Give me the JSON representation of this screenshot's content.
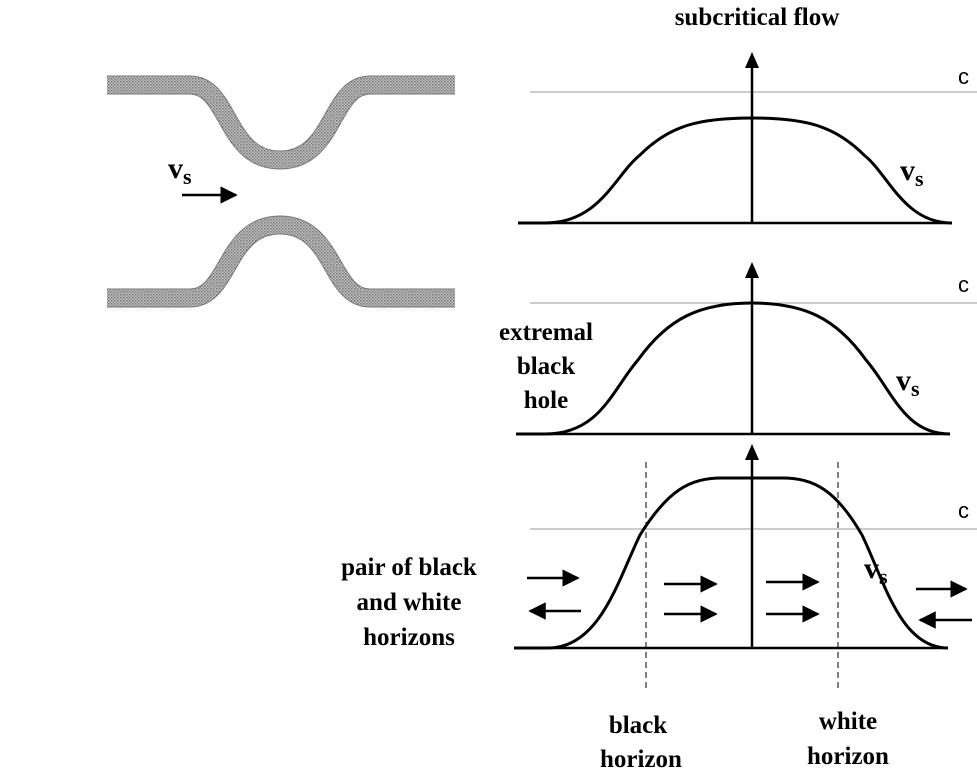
{
  "title": "subcritical flow",
  "channel": {
    "velocity_label": "v",
    "velocity_subscript": "s"
  },
  "panels": [
    {
      "id": "subcritical",
      "c_label": "c",
      "vs_label": "v",
      "vs_subscript": "s"
    },
    {
      "id": "extremal",
      "c_label": "c",
      "vs_label": "v",
      "vs_subscript": "s",
      "side_label_lines": [
        "extremal",
        "black",
        "hole"
      ]
    },
    {
      "id": "pair",
      "c_label": "c",
      "vs_label": "v",
      "vs_subscript": "s",
      "side_label_lines": [
        "pair of black",
        "and white",
        "horizons"
      ]
    }
  ],
  "horizon_labels": {
    "black": [
      "black",
      "horizon"
    ],
    "white": [
      "white",
      "horizon"
    ]
  },
  "colors": {
    "ink": "#000000",
    "guide": "#999999",
    "channel_fill": "#a8a8a8",
    "channel_edge": "#6a6a6a"
  }
}
